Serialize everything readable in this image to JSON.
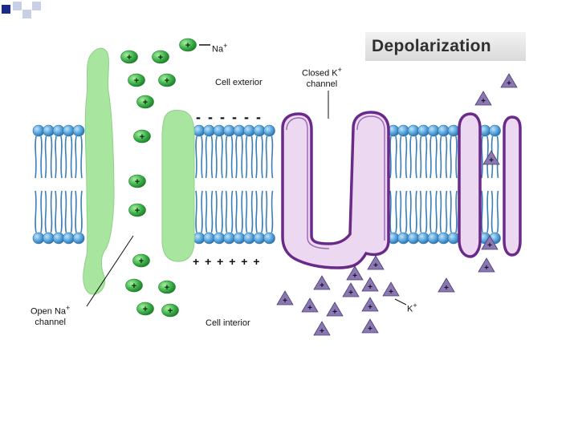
{
  "slide": {
    "title": "Depolarization"
  },
  "labels": {
    "na_ion": "Na",
    "na_sup": "+",
    "cell_exterior": "Cell exterior",
    "closed_k_line1": "Closed K",
    "closed_k_sup": "+",
    "closed_k_line2": "channel",
    "open_na_line1": "Open Na",
    "open_na_sup": "+",
    "open_na_line2": "channel",
    "cell_interior": "Cell interior",
    "k_ion": "K",
    "k_sup": "+"
  },
  "charges": {
    "outside": "- - - - - -",
    "inside": "+ + + + + +"
  },
  "ion_symbol": "+",
  "colors": {
    "na_green": "#3cb04a",
    "na_channel": "#a8e6a0",
    "k_channel_fill": "#ecd8f0",
    "k_channel_stroke": "#6a2a8a",
    "k_ion": "#8a78b0",
    "lipid_head": "#5aa6dc",
    "lipid_tail": "#3b7fb8"
  }
}
